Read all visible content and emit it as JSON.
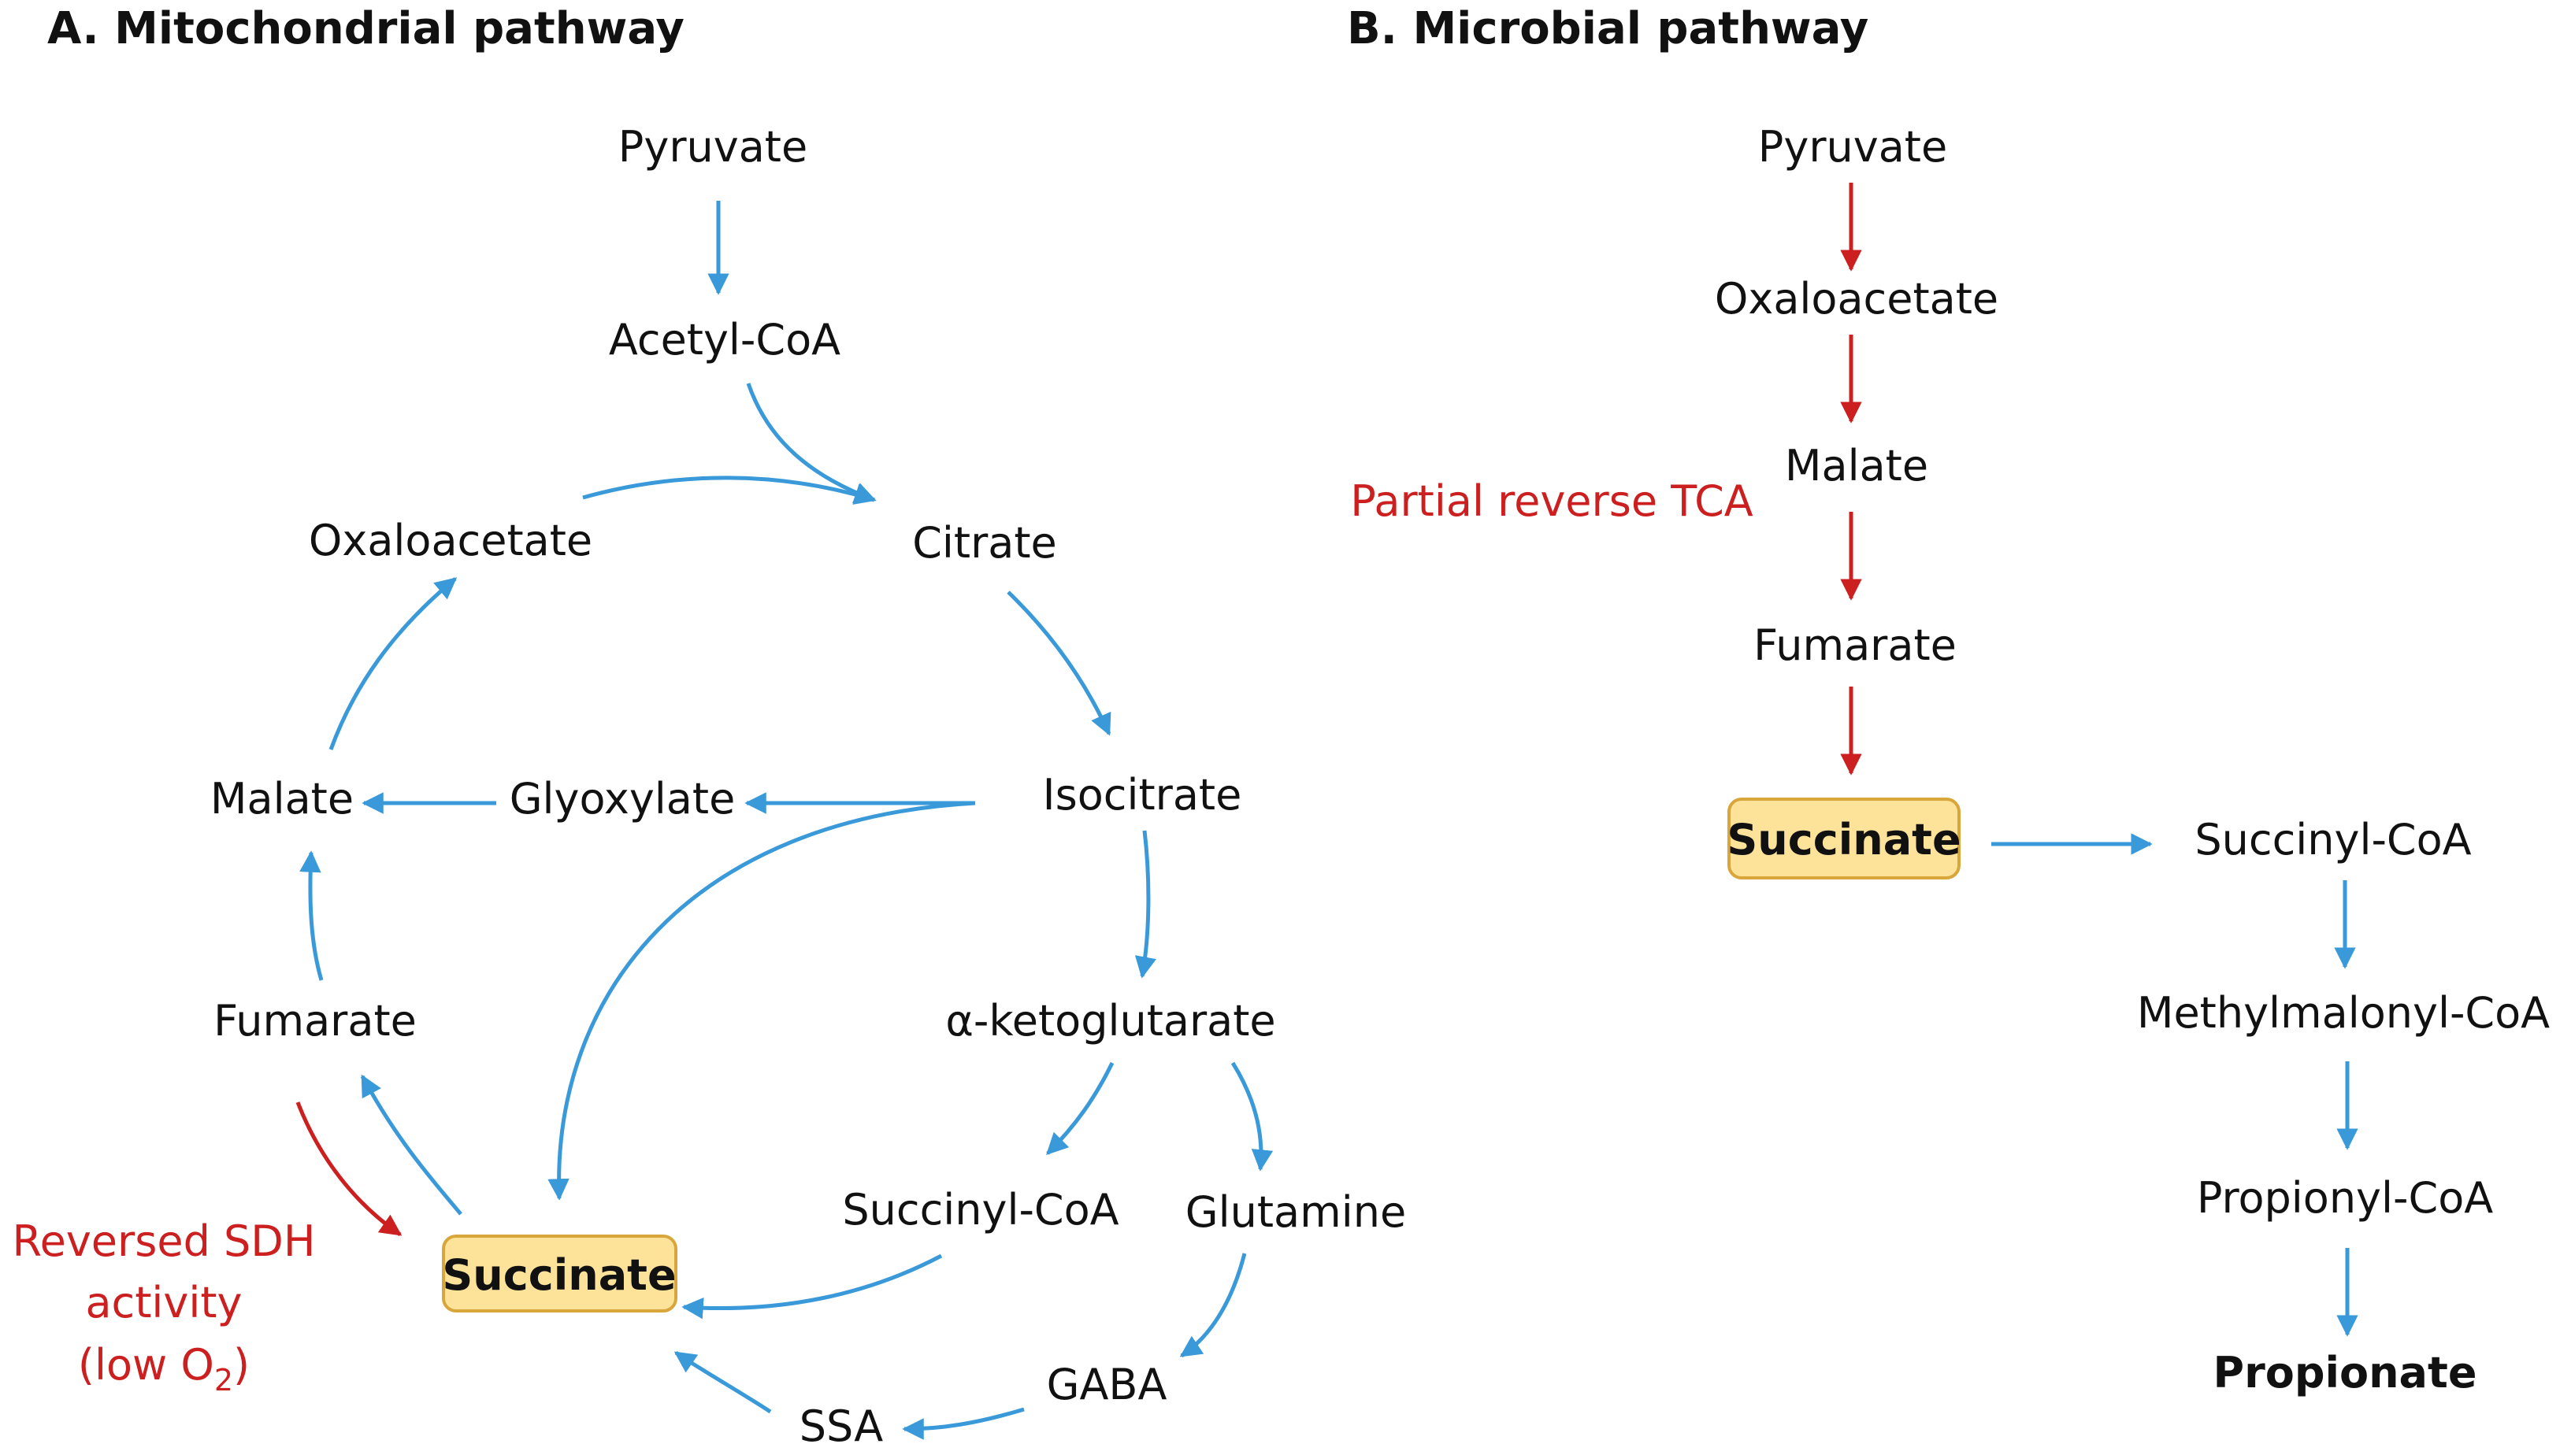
{
  "panel_a": {
    "title": "A.  Mitochondrial pathway",
    "nodes": {
      "pyruvate": "Pyruvate",
      "acetyl_coa": "Acetyl-CoA",
      "citrate": "Citrate",
      "oxaloacetate": "Oxaloacetate",
      "isocitrate": "Isocitrate",
      "malate": "Malate",
      "glyoxylate": "Glyoxylate",
      "fumarate": "Fumarate",
      "alpha_ketoglutarate": "α-ketoglutarate",
      "succinyl_coa": "Succinyl-CoA",
      "glutamine": "Glutamine",
      "succinate": "Succinate",
      "gaba": "GABA",
      "ssa": "SSA"
    },
    "annotation": {
      "line1": "Reversed SDH",
      "line2": "activity",
      "line3_prefix": "(low O",
      "line3_sub": "2",
      "line3_suffix": ")"
    }
  },
  "panel_b": {
    "title": "B.  Microbial pathway",
    "nodes": {
      "pyruvate": "Pyruvate",
      "oxaloacetate": "Oxaloacetate",
      "malate": "Malate",
      "fumarate": "Fumarate",
      "succinate": "Succinate",
      "succinyl_coa": "Succinyl-CoA",
      "methylmalonyl_coa": "Methylmalonyl-CoA",
      "propionyl_coa": "Propionyl-CoA",
      "propionate": "Propionate"
    },
    "annotation": "Partial reverse TCA"
  },
  "colors": {
    "arrow_blue": "#3a9ad9",
    "arrow_red": "#cc1f1f",
    "succinate_box": "#fde39a",
    "succinate_box_border": "#d9a63c"
  }
}
